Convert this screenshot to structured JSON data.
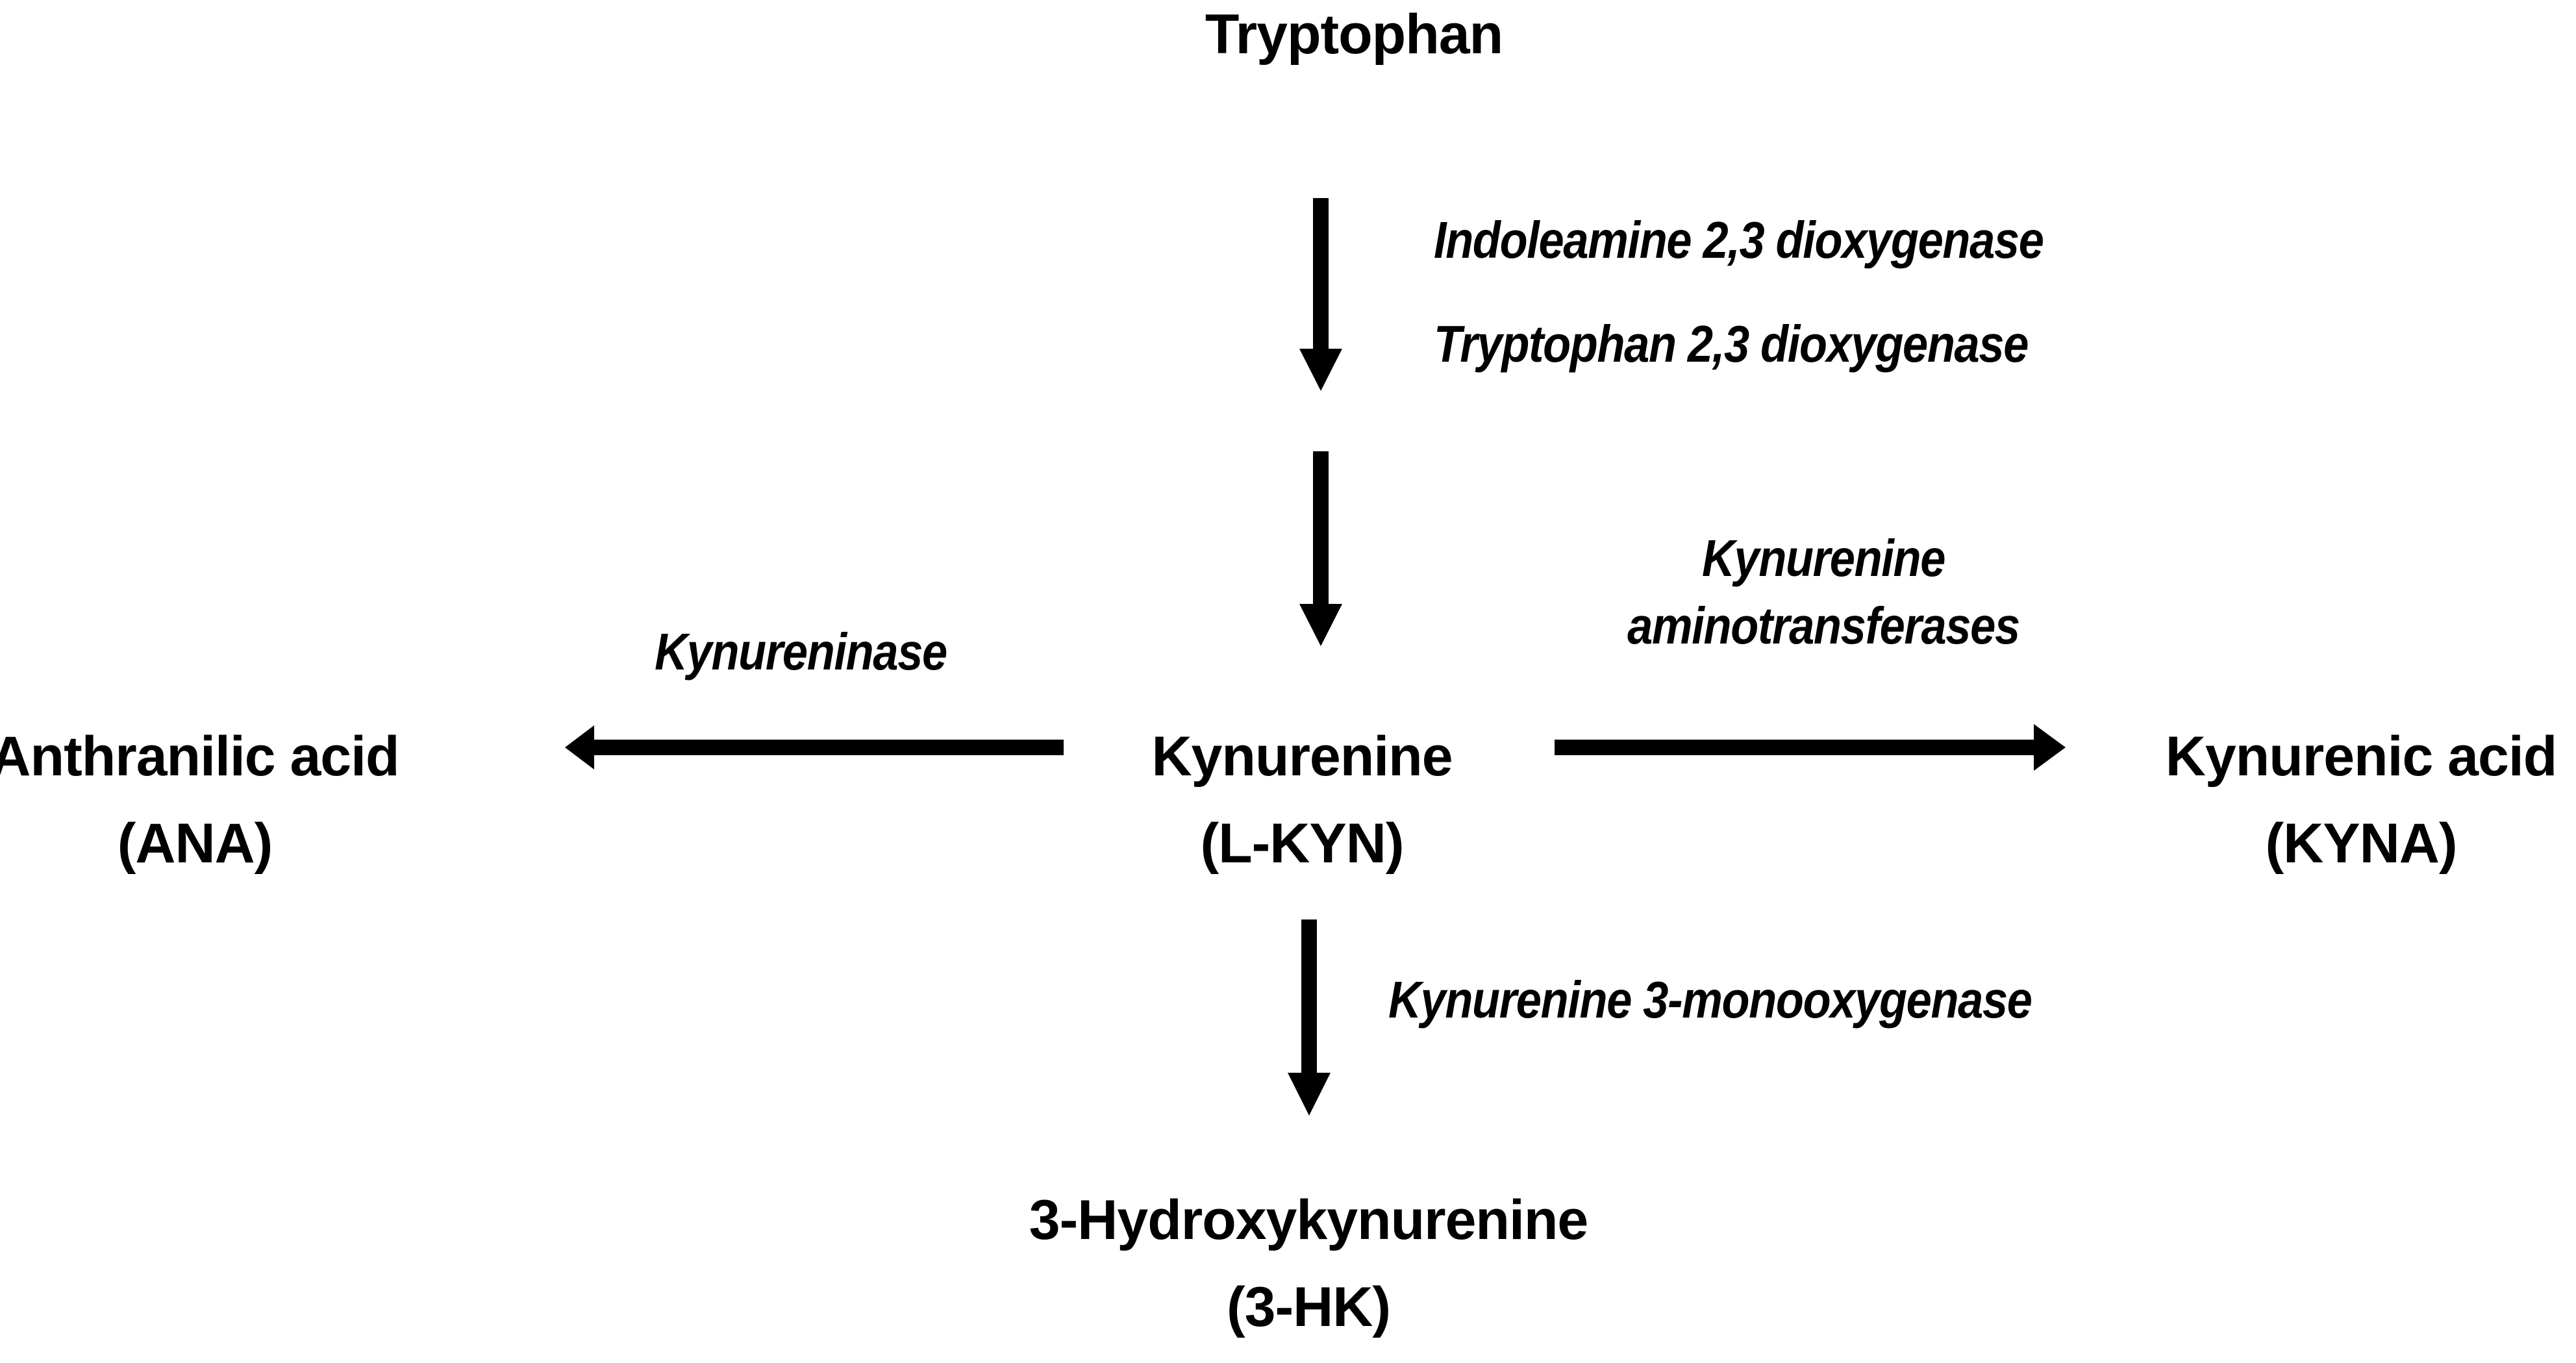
{
  "diagram": {
    "title": "Tryptophan",
    "background_color": "#ffffff",
    "ink_color": "#000000",
    "nodes": [
      {
        "id": "tryptophan",
        "name": "Tryptophan",
        "abbrev": "",
        "role": "substrate"
      },
      {
        "id": "kynurenine",
        "name": "Kynurenine",
        "abbrev": "(L-KYN)",
        "role": "central-metabolite"
      },
      {
        "id": "anthranilic-acid",
        "name": "Anthranilic acid",
        "abbrev": "(ANA)",
        "role": "product"
      },
      {
        "id": "kynurenic-acid",
        "name": "Kynurenic acid",
        "abbrev": "(KYNA)",
        "role": "product"
      },
      {
        "id": "hydroxykynurenine",
        "name": "3-Hydroxykynurenine",
        "abbrev": "(3-HK)",
        "role": "product"
      }
    ],
    "enzymes": [
      {
        "id": "ido",
        "label": "Indoleamine 2,3 dioxygenase",
        "reaction": "tryptophan-to-kynurenine"
      },
      {
        "id": "tdo",
        "label": "Tryptophan 2,3 dioxygenase",
        "reaction": "tryptophan-to-kynurenine"
      },
      {
        "id": "kynureninase",
        "label": "Kynureninase",
        "reaction": "kynurenine-to-anthranilic-acid"
      },
      {
        "id": "kat",
        "label_line1": "Kynurenine",
        "label_line2": "aminotransferases",
        "reaction": "kynurenine-to-kynurenic-acid"
      },
      {
        "id": "kmo",
        "label": "Kynurenine 3-monooxygenase",
        "reaction": "kynurenine-to-3-hydroxykynurenine"
      }
    ],
    "arrows": [
      {
        "id": "arrow-tryptophan-down-1",
        "direction": "down"
      },
      {
        "id": "arrow-tryptophan-down-2",
        "direction": "down"
      },
      {
        "id": "arrow-kynurenine-left",
        "direction": "left"
      },
      {
        "id": "arrow-kynurenine-right",
        "direction": "right"
      },
      {
        "id": "arrow-kynurenine-down",
        "direction": "down"
      }
    ]
  }
}
